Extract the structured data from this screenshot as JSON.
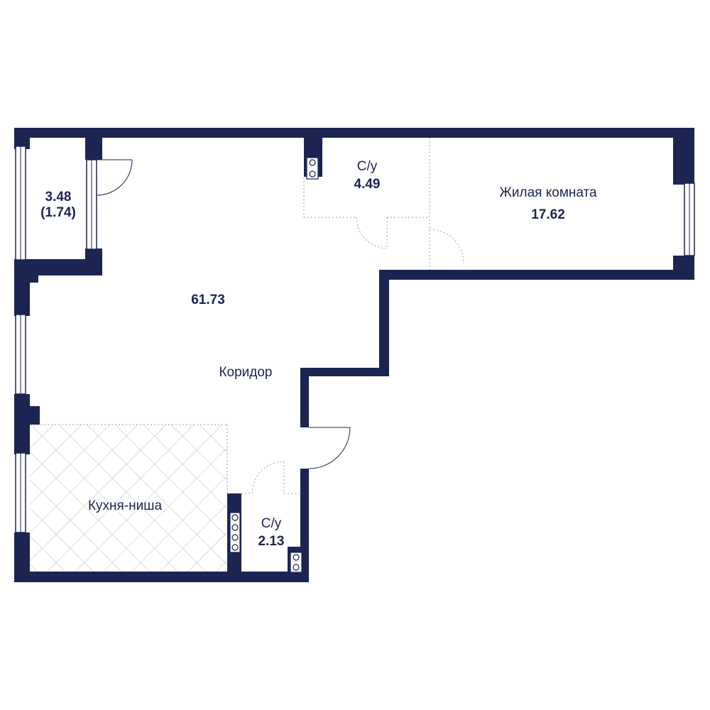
{
  "colors": {
    "wall": "#1c2452",
    "background": "#ffffff",
    "kitchen_hatch": "#b9bccb",
    "dashed_line": "#9a9fb5"
  },
  "rooms": {
    "balcony": {
      "area": "3.48",
      "reduced_area": "(1.74)"
    },
    "corridor": {
      "name": "Коридор",
      "area": "61.73"
    },
    "bathroom_1": {
      "name": "С/у",
      "area": "4.49"
    },
    "living_room": {
      "name": "Жилая комната",
      "area": "17.62"
    },
    "kitchen": {
      "name": "Кухня-ниша"
    },
    "bathroom_2": {
      "name": "С/у",
      "area": "2.13"
    }
  }
}
